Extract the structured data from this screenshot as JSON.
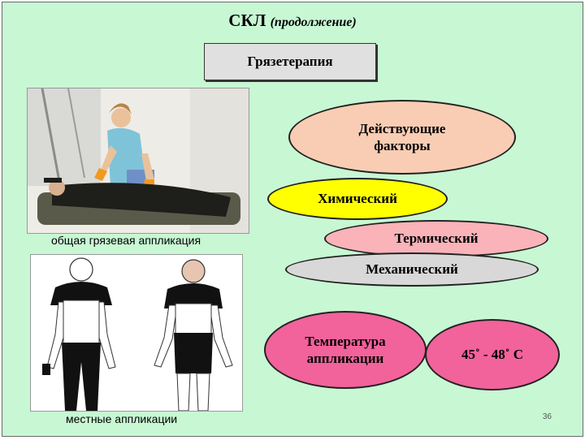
{
  "slide": {
    "title": "СКЛ",
    "subtitle": "(продолжение)",
    "topbox": "Грязетерапия",
    "factors": [
      "Действующие",
      "факторы"
    ],
    "chemical": "Химический",
    "thermal": "Термический",
    "mechanical": "Механический",
    "temperature": [
      "Температура",
      "аппликации"
    ],
    "range": "45˚ - 48˚ С",
    "caption_photo": "общая грязевая аппликация",
    "caption_drawing": "местные аппликации",
    "page_number": "36"
  },
  "colors": {
    "background": "#c8f7d4",
    "factors": "#f9cdb3",
    "chemical": "#ffff00",
    "thermal": "#f9b3b9",
    "mechanical": "#d8d8d8",
    "temperature": "#f2629b"
  }
}
